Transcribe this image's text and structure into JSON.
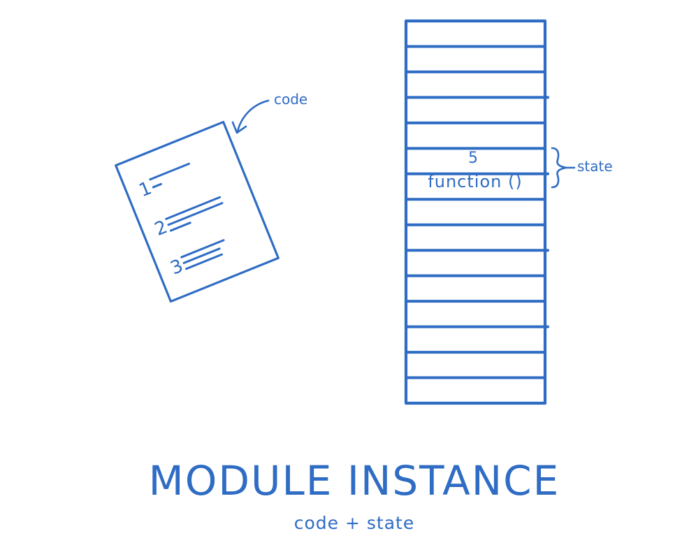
{
  "colors": {
    "ink": "#2f6cc4",
    "background": "#ffffff"
  },
  "code_doc": {
    "label": "code",
    "line_numbers": [
      "1",
      "2",
      "3"
    ]
  },
  "memory": {
    "cell_count": 15,
    "highlighted_cells": [
      {
        "index": 5,
        "text": "5"
      },
      {
        "index": 6,
        "text": "function ()"
      }
    ],
    "state_label": "state"
  },
  "title": "MODULE INSTANCE",
  "subtitle": "code + state"
}
